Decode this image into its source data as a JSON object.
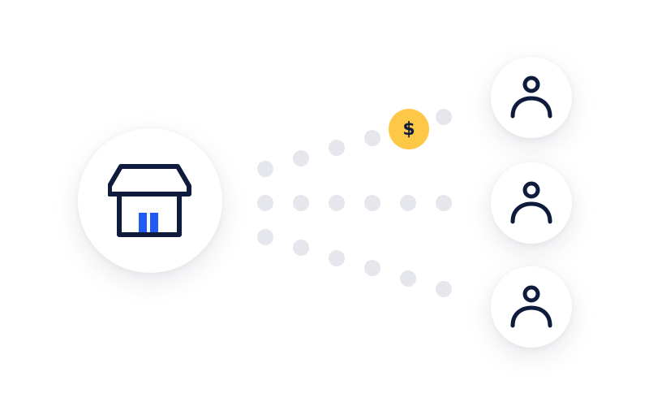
{
  "colors": {
    "background": "#ffffff",
    "ink": "#0f1b3d",
    "accent_blue": "#1e5bf5",
    "dot": "#e6e7ed",
    "coin": "#fcc845"
  },
  "store": {
    "icon": "storefront-icon"
  },
  "users": [
    {
      "icon": "user-icon"
    },
    {
      "icon": "user-icon"
    },
    {
      "icon": "user-icon"
    }
  ],
  "paths": {
    "top_dot_count": 6,
    "middle_dot_count": 6,
    "bottom_dot_count": 6
  },
  "coin": {
    "symbol": "$",
    "icon": "dollar-coin-icon"
  }
}
